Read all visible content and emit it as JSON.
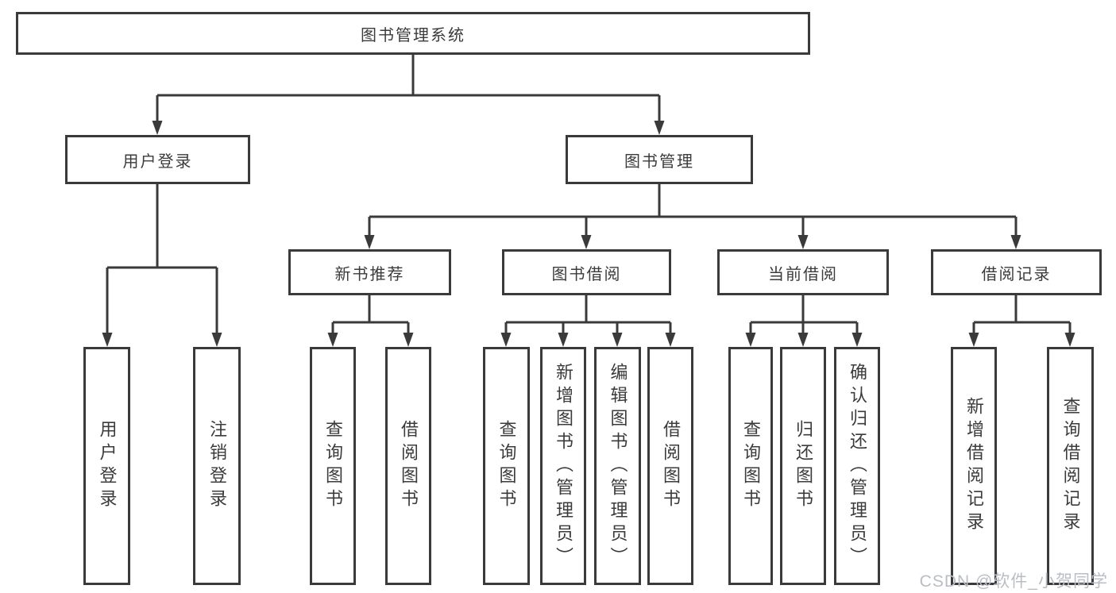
{
  "watermark": "CSDN @软件_小贺同学",
  "colors": {
    "line": "#3a3a3a",
    "text": "#3b3b3b",
    "watermark": "#b9bdc4",
    "background": "#ffffff"
  },
  "tree": {
    "root": {
      "label": "图书管理系统"
    },
    "user_branch": {
      "label": "用户登录",
      "leaves": [
        "用户登录",
        "注销登录"
      ]
    },
    "book_branch": {
      "label": "图书管理",
      "children": [
        {
          "label": "新书推荐",
          "leaves": [
            "查询图书",
            "借阅图书"
          ]
        },
        {
          "label": "图书借阅",
          "leaves": [
            "查询图书",
            "新增图书（管理员）",
            "编辑图书（管理员）",
            "借阅图书"
          ]
        },
        {
          "label": "当前借阅",
          "leaves": [
            "查询图书",
            "归还图书",
            "确认归还（管理员）"
          ]
        },
        {
          "label": "借阅记录",
          "leaves": [
            "新增借阅记录",
            "查询借阅记录"
          ]
        }
      ]
    }
  }
}
